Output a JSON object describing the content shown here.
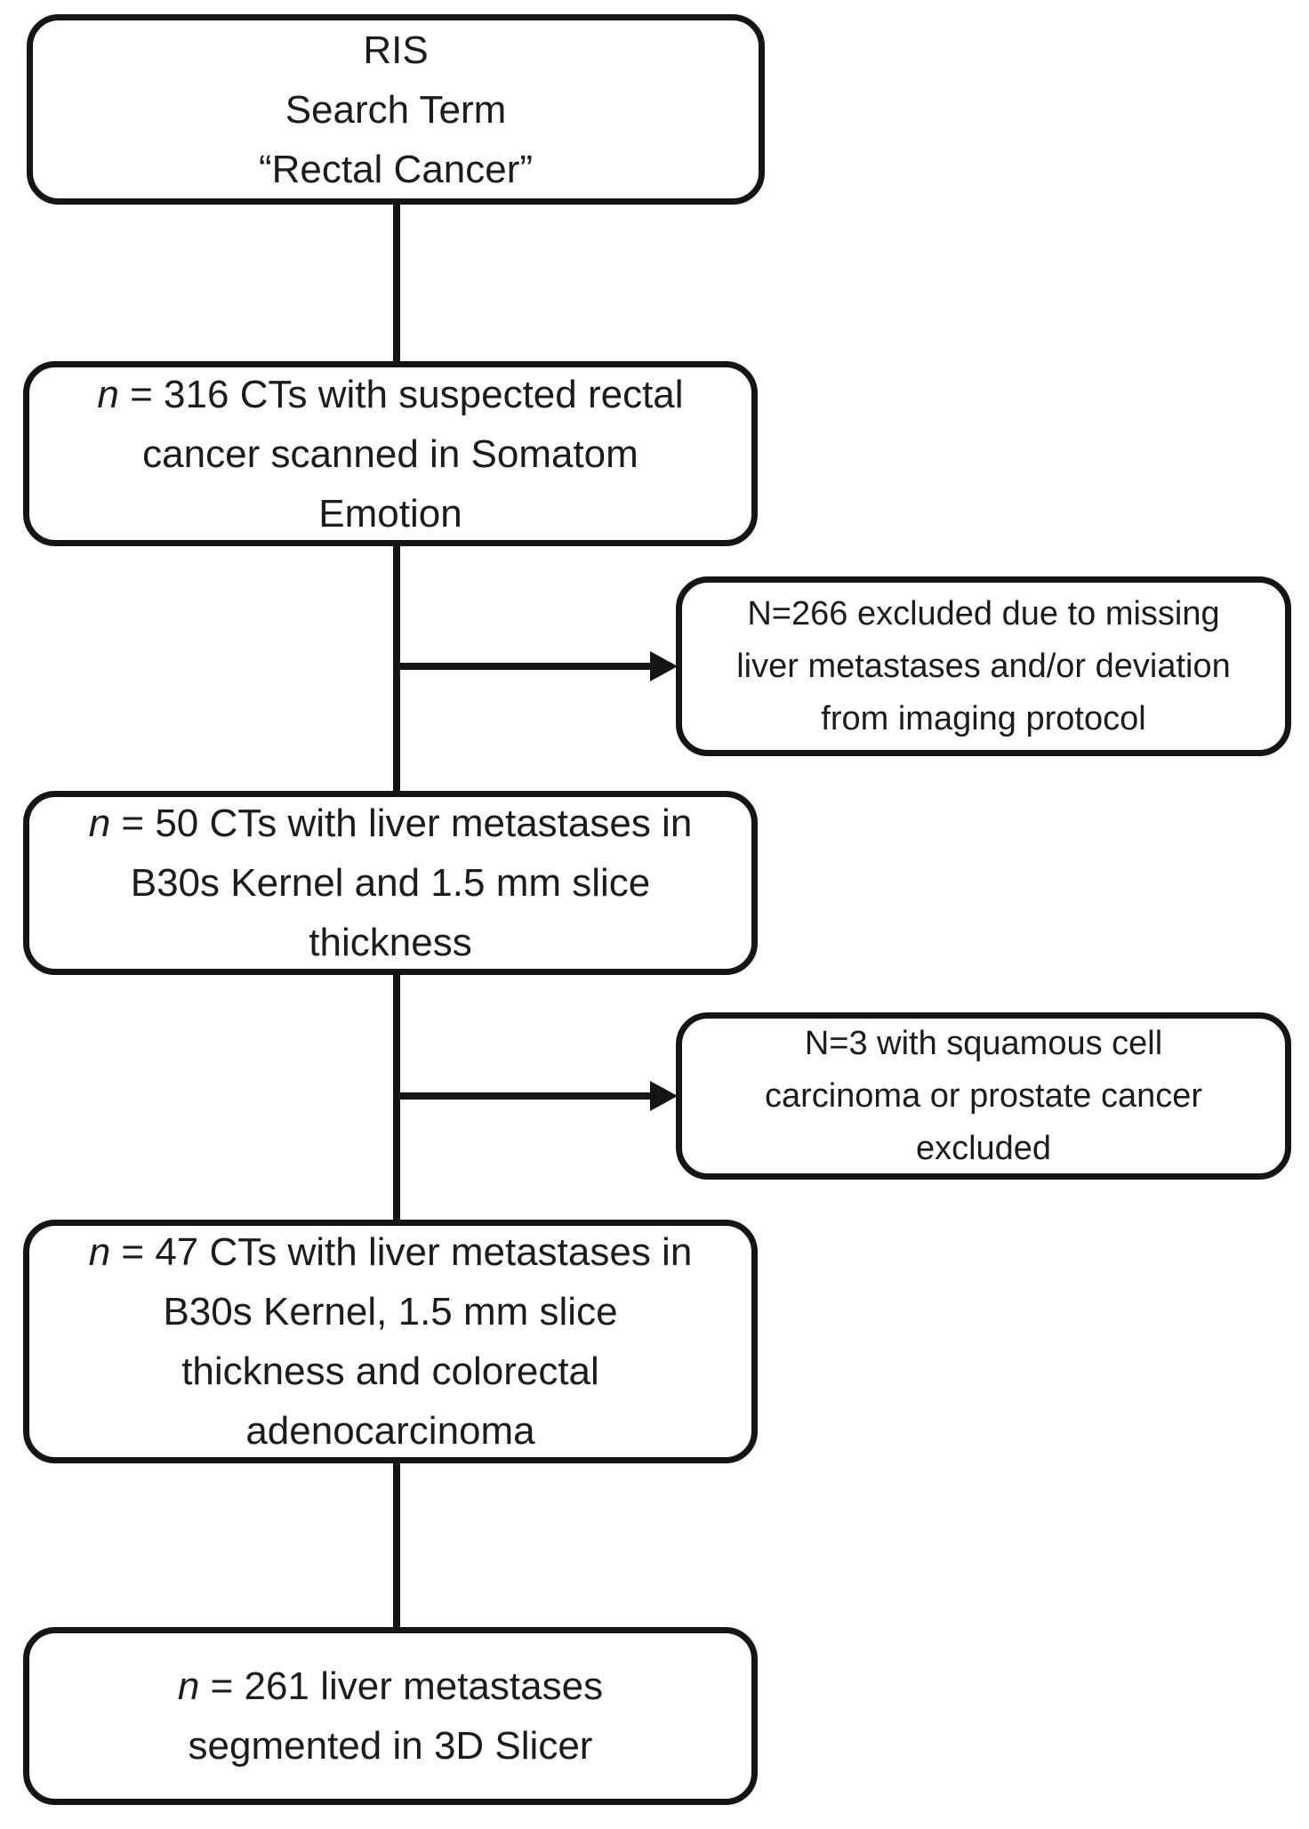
{
  "flowchart": {
    "background_color": "#ffffff",
    "border_color": "#151515",
    "text_color": "#1c1c1c",
    "nodes": {
      "ris": {
        "lines": [
          "RIS",
          "Search Term",
          "“Rectal Cancer”"
        ]
      },
      "n316": {
        "lines": [
          "n = 316 CTs with suspected rectal",
          "cancer scanned in Somatom",
          "Emotion"
        ]
      },
      "excluded266": {
        "lines": [
          "N=266 excluded due to missing",
          "liver metastases and/or deviation",
          "from imaging protocol"
        ]
      },
      "n50": {
        "lines": [
          "n = 50 CTs with liver metastases in",
          "B30s Kernel and 1.5 mm slice",
          "thickness"
        ]
      },
      "excluded3": {
        "lines": [
          "N=3 with squamous cell",
          "carcinoma or prostate cancer",
          "excluded"
        ]
      },
      "n47": {
        "lines": [
          "n = 47 CTs with liver metastases in",
          "B30s Kernel, 1.5 mm slice",
          "thickness and colorectal",
          "adenocarcinoma"
        ]
      },
      "n261": {
        "lines": [
          "n = 261 liver metastases",
          "segmented in 3D Slicer"
        ]
      }
    }
  }
}
